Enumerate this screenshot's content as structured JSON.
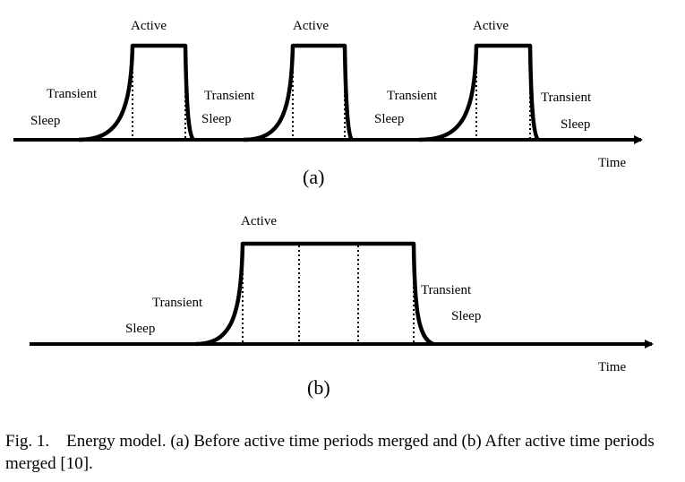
{
  "panel_a": {
    "label": "(a)",
    "time_label": "Time",
    "pulses": [
      {
        "active": "Active",
        "transient": "Transient",
        "sleep": "Sleep"
      },
      {
        "active": "Active",
        "transient": "Transient",
        "sleep": "Sleep"
      },
      {
        "active": "Active",
        "transient": "Transient",
        "sleep": "Sleep"
      }
    ]
  },
  "panel_b": {
    "label": "(b)",
    "time_label": "Time",
    "active": "Active",
    "transient_left": "Transient",
    "sleep_left": "Sleep",
    "transient_right": "Transient",
    "sleep_right": "Sleep"
  },
  "caption": "Fig. 1. Energy model. (a) Before active time periods merged and (b) After active time periods merged [10]."
}
